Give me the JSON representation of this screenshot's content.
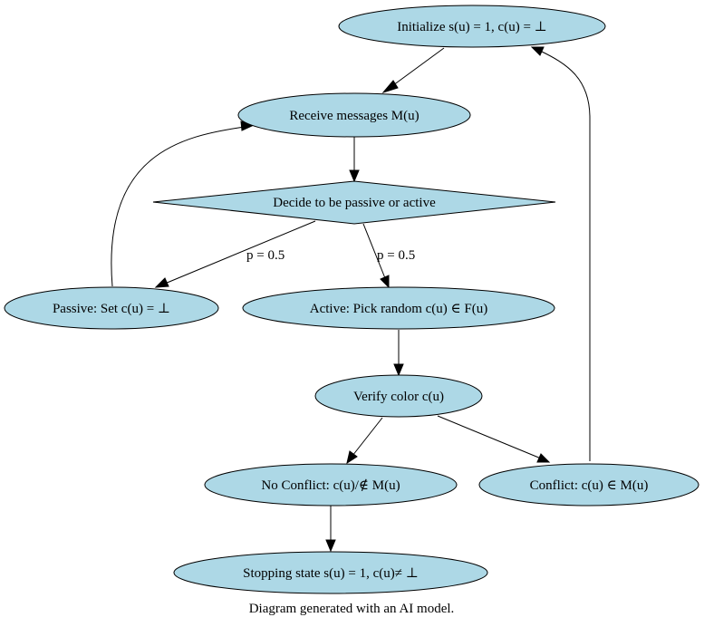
{
  "colors": {
    "node_fill": "#add8e6",
    "stroke": "#000000",
    "background": "#ffffff"
  },
  "nodes": {
    "init": "Initialize s(u) = 1, c(u) = ⊥",
    "receive": "Receive messages M(u)",
    "decide": "Decide to be passive or active",
    "passive": "Passive: Set c(u) = ⊥",
    "active": "Active: Pick random c(u) ∈ F(u)",
    "verify": "Verify color c(u)",
    "noconflict": "No Conflict: c(u)/∉ M(u)",
    "conflict": "Conflict: c(u) ∈ M(u)",
    "stop": "Stopping state s(u) = 1, c(u)≠ ⊥"
  },
  "edges": {
    "decide_to_passive": "p = 0.5",
    "decide_to_active": "p = 0.5"
  },
  "caption": "Diagram generated with an AI model."
}
